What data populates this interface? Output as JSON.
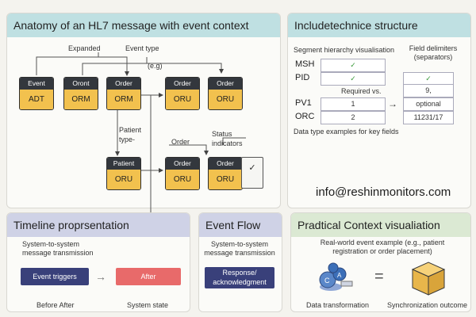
{
  "anatomy": {
    "title": "Anatomy of an HL7 message with event context",
    "label_expanded": "Expanded",
    "label_event_type": "Event type",
    "label_eg": "(e.g)",
    "label_patient_type": "Patient\ntype-",
    "label_order": "Order",
    "label_status": "Status\nindicators",
    "check": "✓",
    "messages_row1": [
      {
        "head": "Event",
        "body": "ADT"
      },
      {
        "head": "Oront",
        "body": "ORM"
      },
      {
        "head": "Order",
        "body": "ORM"
      },
      {
        "head": "Order",
        "body": "ORU"
      },
      {
        "head": "Order",
        "body": "ORU"
      }
    ],
    "messages_row2": [
      {
        "head": "Patient",
        "body": "ORU"
      },
      {
        "head": "Order",
        "body": "ORU"
      },
      {
        "head": "Order",
        "body": "ORU"
      }
    ]
  },
  "structure": {
    "title": "Includetechnice structure",
    "label_hierarchy": "Segment hierarchy visualisation",
    "label_delimiters": "Field delimiters\n(separators)",
    "label_required": "Required vs.",
    "label_datatype": "Data type examples for key fields",
    "rows": [
      {
        "label": "MSH",
        "left": "✓",
        "right": ""
      },
      {
        "label": "PID",
        "left": "✓",
        "right": "✓"
      },
      {
        "label": "",
        "left": "",
        "right": "9,"
      },
      {
        "label": "PV1",
        "left": "1",
        "right": "optional"
      },
      {
        "label": "ORC",
        "left": "2",
        "right": "11231/17"
      }
    ],
    "arrow": "→"
  },
  "contact": {
    "email": "info@reshinmonitors.com"
  },
  "timeline": {
    "title": "Timeline proprsentation",
    "desc": "System-to-system\nmessage transmission",
    "btn_event": "Event triggers",
    "btn_after": "After",
    "arrow": "→",
    "label_before_after": "Before After",
    "label_state": "System state"
  },
  "event_flow": {
    "title": "Event Flow",
    "desc": "System-to-system\nmessage transmission",
    "btn_response": "Response/\nacknowledgment"
  },
  "practical": {
    "title": "Pradtical Context visualiation",
    "desc": "Real-world event example (e.g., patient\nregistration or order placement)",
    "equals": "=",
    "label_transform": "Data transformation",
    "label_sync": "Synchronization outcome",
    "icon_letters": [
      "C",
      "A"
    ]
  },
  "colors": {
    "teal_header": "#bfe0e2",
    "purple_header": "#cfd2e6",
    "green_header": "#dbe9d3",
    "msg_header": "#33373d",
    "msg_body": "#f2c14e",
    "event_button": "#39407a",
    "after_button": "#e86a6a",
    "response_button": "#39407a"
  }
}
